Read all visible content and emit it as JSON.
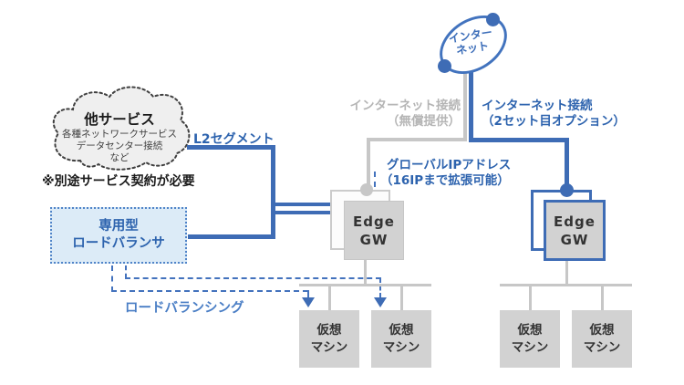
{
  "internet": {
    "line1": "インター",
    "line2": "ネット"
  },
  "connections": {
    "l2_segment": "L2セグメント",
    "free_line1": "インターネット接続",
    "free_line2": "（無償提供）",
    "option_line1": "インターネット接続",
    "option_line2": "（2セット目オプション）",
    "global_ip_line1": "グローバルIPアドレス",
    "global_ip_line2": "（16IPまで拡張可能）",
    "load_balancing": "ロードバランシング"
  },
  "other_services_cloud": {
    "title": "他サービス",
    "desc1": "各種ネットワークサービス",
    "desc2": "データセンター接続",
    "desc3": "など",
    "note": "※別途サービス契約が必要"
  },
  "load_balancer": {
    "line1": "専用型",
    "line2": "ロードバランサ"
  },
  "edge_gw": {
    "line1": "Edge",
    "line2": "GW"
  },
  "vm": {
    "line1": "仮想",
    "line2": "マシン"
  },
  "colors": {
    "primary_blue": "#3e6cb5",
    "text_blue": "#2d63ae",
    "dashed_blue": "#4372bd",
    "light_blue_fill": "#dcebf7",
    "gray_line": "#c7c7c7",
    "gray_box_fill": "#d2d2d2",
    "gray_text": "#b5b5b5"
  }
}
